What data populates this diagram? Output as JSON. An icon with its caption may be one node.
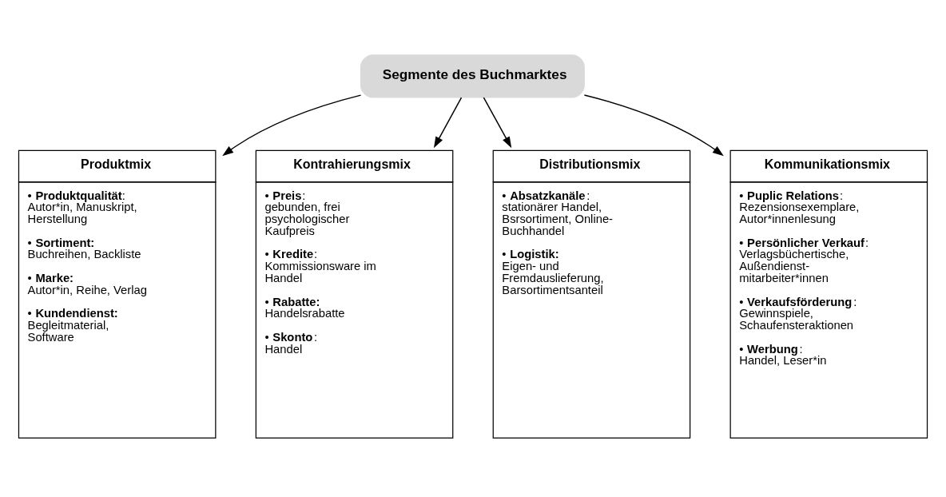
{
  "diagram": {
    "nodes": [
      {
        "text": [
          "Segmente des Buchmarktes"
        ]
      },
      {
        "text": [
          "Produktmix",
          "• **Produktqualität**: Autor*in, Manuskript, Herstellung",
          "• **Sortiment:** Buchreihen, Backliste",
          "• **Marke:** Autor*in, Reihe, Verlag",
          "• **Kundendienst:** Begleitmaterial, Software"
        ]
      },
      {
        "text": [
          "Kontrahierungsmix",
          "• **Preis**: gebunden, frei psychologischer Kaufpreis",
          "• **Kredite**: Kommissionsware im Handel",
          "• **Rabatte:** Handelsrabatte",
          "• **Skonto**: Handel"
        ]
      },
      {
        "text": [
          "Distributionsmix",
          "• **Absatzkanäle**: stationärer Handel, Bsrsortiment, Online- Buchhandel",
          "• **Logistik:** Eigen- und Fremdauslieferung, Barsortimentsanteil"
        ]
      },
      {
        "text": [
          "Kommunikationsmix",
          "• **Puplic Relations**: Rezensionsexemplare, Autor*innenlesung",
          "• **Persönlicher Verkauf**: Verlagsbüchertische, Außendienst- mitarbeiter*innen",
          "• **Verkaufsförderung**: Gewinnspiele, Schaufensteraktionen",
          "• **Werbung**: Handel, Leser*in"
        ]
      }
    ],
    "edges": [
      {
        "from": 0,
        "to": 1,
        "arrow": "to"
      },
      {
        "from": 0,
        "to": 2,
        "arrow": "to"
      },
      {
        "from": 0,
        "to": 3,
        "arrow": "to"
      },
      {
        "from": 0,
        "to": 4,
        "arrow": "to"
      }
    ]
  }
}
